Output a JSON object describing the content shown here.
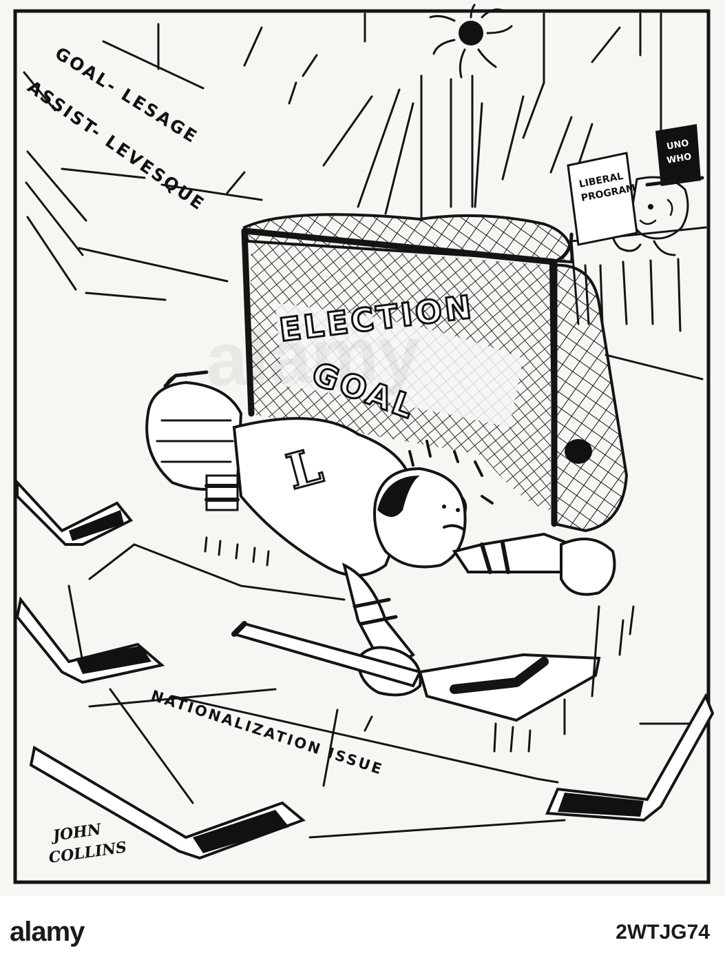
{
  "cartoon": {
    "scoreboard_goal": "GOAL- LESAGE",
    "scoreboard_assist": "ASSIST- LEVESQUE",
    "net_line1": "ELECTION",
    "net_line2": "GOAL",
    "jersey_letter": "L",
    "hat_line1": "UNO",
    "hat_line2": "WHO",
    "program_line1": "LIBERAL",
    "program_line2": "PROGRAM",
    "ice_caption": "NATIONALIZATION ISSUE",
    "signature_line1": "JOHN",
    "signature_line2": "COLLINS"
  },
  "stock": {
    "brand": "alamy",
    "image_id": "2WTJG74",
    "watermark": "alamy"
  },
  "colors": {
    "ink": "#141414",
    "paper": "#f7f6f3",
    "strip": "#ffffff"
  }
}
